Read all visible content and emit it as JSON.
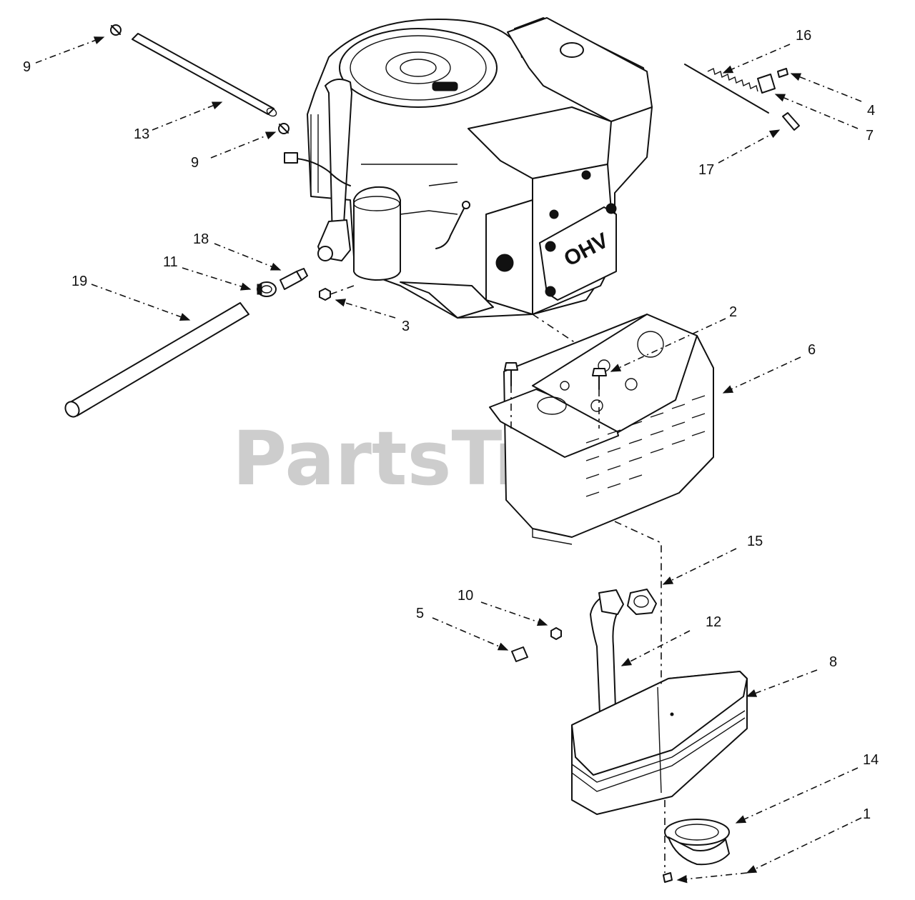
{
  "watermark": "PartsTree",
  "engine_badge": "OHV",
  "callouts": [
    {
      "id": "c9a",
      "label": "9"
    },
    {
      "id": "c13",
      "label": "13"
    },
    {
      "id": "c9b",
      "label": "9"
    },
    {
      "id": "c18",
      "label": "18"
    },
    {
      "id": "c11",
      "label": "11"
    },
    {
      "id": "c19",
      "label": "19"
    },
    {
      "id": "c3",
      "label": "3"
    },
    {
      "id": "c16",
      "label": "16"
    },
    {
      "id": "c4",
      "label": "4"
    },
    {
      "id": "c7",
      "label": "7"
    },
    {
      "id": "c17",
      "label": "17"
    },
    {
      "id": "c2",
      "label": "2"
    },
    {
      "id": "c6",
      "label": "6"
    },
    {
      "id": "c15",
      "label": "15"
    },
    {
      "id": "c10",
      "label": "10"
    },
    {
      "id": "c5",
      "label": "5"
    },
    {
      "id": "c12",
      "label": "12"
    },
    {
      "id": "c8",
      "label": "8"
    },
    {
      "id": "c14",
      "label": "14"
    },
    {
      "id": "c1",
      "label": "1"
    }
  ]
}
